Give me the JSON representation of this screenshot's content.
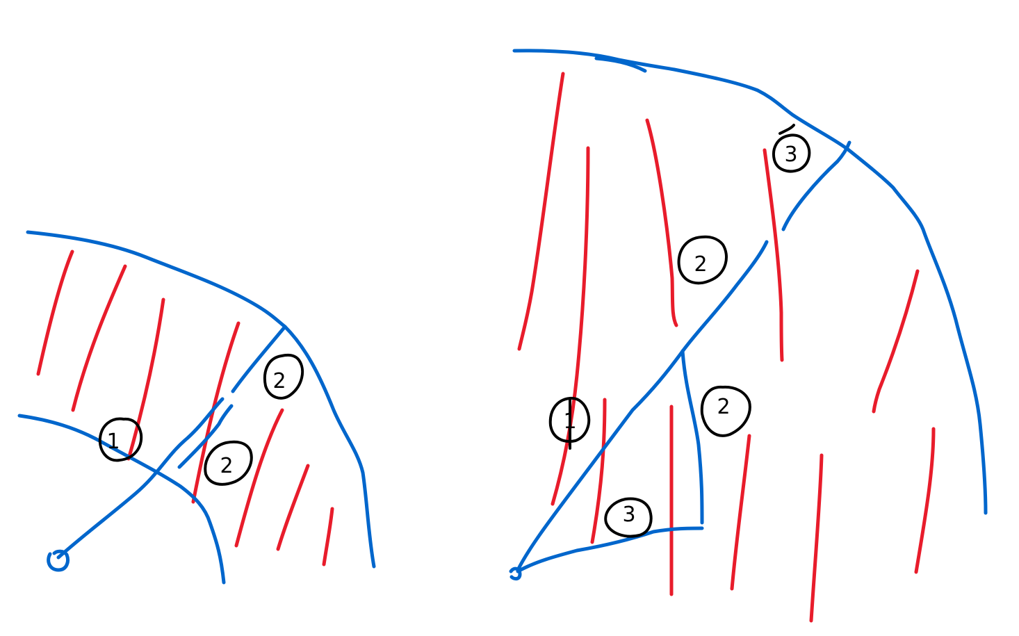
{
  "colors": {
    "boundary": "#0066cc",
    "hatching": "#e81c2b",
    "annotation": "#000000",
    "background": "#ffffff"
  },
  "left_sketch": {
    "labels": [
      {
        "id": "l1",
        "text": "1"
      },
      {
        "id": "l2a",
        "text": "2"
      },
      {
        "id": "l2b",
        "text": "2"
      }
    ]
  },
  "right_sketch": {
    "labels": [
      {
        "id": "r1",
        "text": "1"
      },
      {
        "id": "r2a",
        "text": "2"
      },
      {
        "id": "r2b",
        "text": "2"
      },
      {
        "id": "r3a",
        "text": "3"
      },
      {
        "id": "r3b",
        "text": "3"
      }
    ]
  }
}
